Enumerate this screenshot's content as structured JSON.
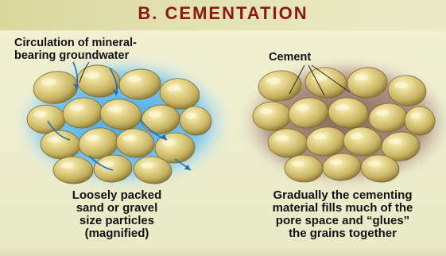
{
  "title": "B. CEMENTATION",
  "annotations": {
    "circulation": "Circulation of mineral-\nbearing groundwater",
    "cement": "Cement"
  },
  "captions": {
    "left": "Loosely packed\nsand or gravel\nsize particles\n(magnified)",
    "right": "Gradually the cementing\nmaterial fills much of the\npore space and “glues”\nthe grains together"
  },
  "colors": {
    "title": "#8b1a12",
    "grain": "#d8c87a",
    "groundwater": "#5fb8ea",
    "cement": "#9e7f74"
  }
}
